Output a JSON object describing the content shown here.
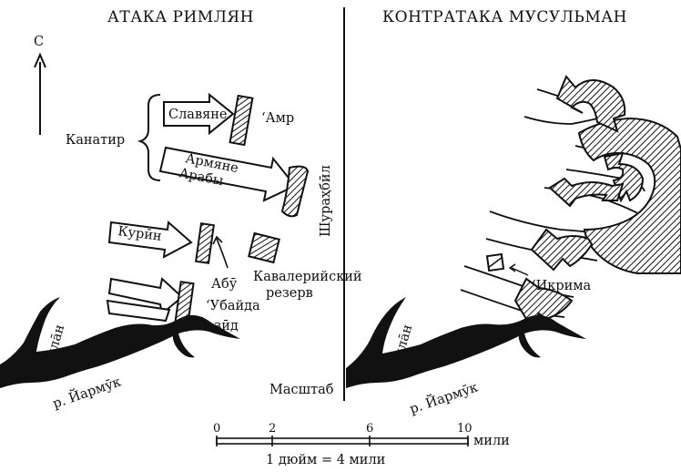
{
  "left_panel": {
    "title": "АТАКА РИМЛЯН",
    "north_label": "С",
    "kanatir_label": "Канатир",
    "slavyane_label": "Славяне",
    "amr_label": "‘Амр",
    "armyane_label": "Армяне",
    "araby_label": "Арабы",
    "shurahbil_label": "Шураҳбӣл",
    "kurin_label": "Курӣн",
    "abu_label": "Абӯ",
    "ubayda_label": "‘Убайда",
    "cavalry_label_1": "Кавалерийский",
    "cavalry_label_2": "резерв",
    "yazid_label": "Йазӣд",
    "allan_label": "‘Аллāн",
    "river_label": "р. Йармӯк",
    "scale_label": "Масштаб"
  },
  "right_panel": {
    "title": "КОНТРАТАКА МУСУЛЬМАН",
    "ikrima_label": "‘Икрима",
    "allan_label": "‘Аллāн",
    "river_label": "р. Йармӯк"
  },
  "scale_bar": {
    "ticks": [
      "0",
      "2",
      "6",
      "10"
    ],
    "unit": "мили",
    "ratio": "1 дюйм = 4 мили"
  }
}
